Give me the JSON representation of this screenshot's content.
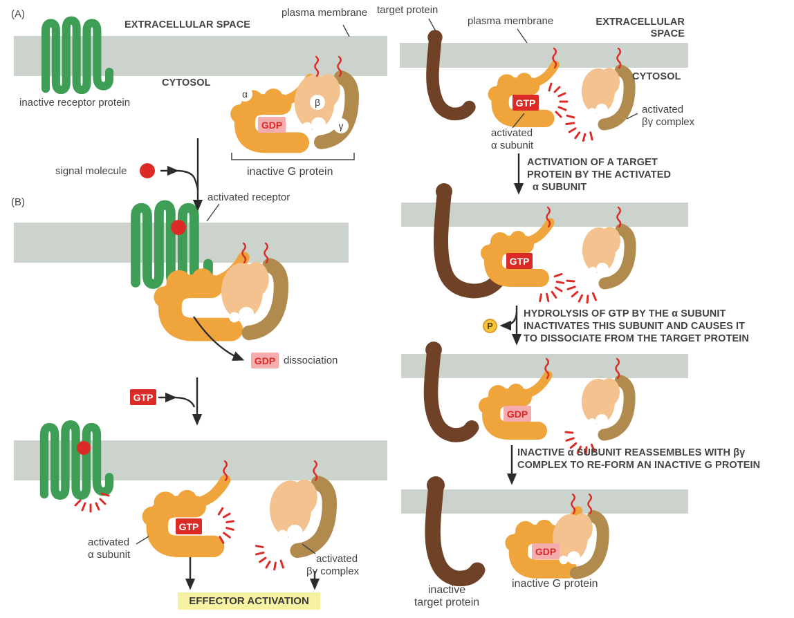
{
  "figure": {
    "panelA": {
      "tag": "(A)",
      "extracellular": "EXTRACELLULAR SPACE",
      "plasmaMembrane": "plasma membrane",
      "cytosol": "CYTOSOL",
      "inactiveReceptor": "inactive receptor protein",
      "alpha": "α",
      "beta": "β",
      "gamma": "γ",
      "gdp": "GDP",
      "bracketLabel": "inactive G protein",
      "signalMolecule": "signal molecule"
    },
    "panelB": {
      "tag": "(B)",
      "activatedReceptor": "activated receptor",
      "gdp": "GDP",
      "dissociation": "dissociation",
      "gtp": "GTP",
      "gtp2": "GTP",
      "activatedAlpha1": "activated",
      "activatedAlpha2": "α subunit",
      "activatedBg1": "activated",
      "activatedBg2": "βγ complex",
      "effector": "EFFECTOR ACTIVATION"
    },
    "right": {
      "targetProtein": "target protein",
      "plasmaMembrane": "plasma membrane",
      "extracellular1": "EXTRACELLULAR",
      "extracellular2": "SPACE",
      "cytosol": "CYTOSOL",
      "gtpTop": "GTP",
      "activatedAlpha1": "activated",
      "activatedAlpha2": "α subunit",
      "activatedBg1": "activated",
      "activatedBg2": "βγ complex",
      "step1_1": "ACTIVATION OF A TARGET",
      "step1_2": "PROTEIN BY THE ACTIVATED",
      "step1_3": "α SUBUNIT",
      "gtpMid": "GTP",
      "p": "P",
      "step2_1": "HYDROLYSIS OF GTP BY THE α SUBUNIT",
      "step2_2": "INACTIVATES THIS SUBUNIT AND CAUSES IT",
      "step2_3": "TO DISSOCIATE FROM THE TARGET PROTEIN",
      "gdpMid": "GDP",
      "step3_1": "INACTIVE α SUBUNIT REASSEMBLES WITH βγ",
      "step3_2": "COMPLEX TO RE-FORM AN INACTIVE G PROTEIN",
      "gdpBottom": "GDP",
      "inactiveG": "inactive G protein",
      "inactiveTarget1": "inactive",
      "inactiveTarget2": "target protein"
    }
  },
  "colors": {
    "membrane": "#CCD3CC",
    "receptorGreen": "#3E9E56",
    "alphaOrange": "#F0A43C",
    "betaLightOrange": "#F3C28E",
    "gammaTan": "#B08B4D",
    "targetBrown": "#6F4126",
    "signalRed": "#DC2B27",
    "gdpPink": "#F5ACAC",
    "gtpRed": "#DC2B27",
    "effectorYellow": "#F6F2A2",
    "phosphateYellow": "#F5C636",
    "textDark": "#3F4540"
  }
}
